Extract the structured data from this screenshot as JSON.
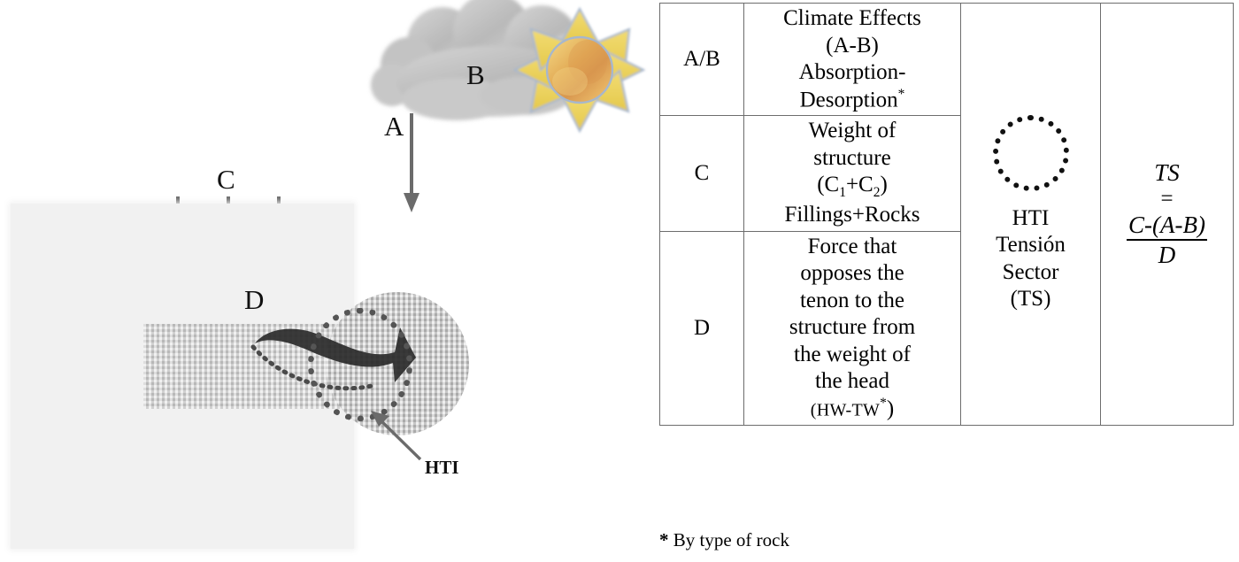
{
  "diagram": {
    "labels": {
      "a": "A",
      "b": "B",
      "c": "C",
      "d": "D",
      "hti": "HTI"
    },
    "icons": {
      "cloud": "cloud-icon",
      "sun": "sun-icon",
      "down_arrow_a": "down-arrow-icon",
      "down_arrows_c": "down-arrow-icon",
      "rotation_arrow_d": "curved-rotation-arrow-icon",
      "hti_zone": "dotted-ellipse-icon",
      "hti_pointer": "leader-arrow-icon"
    },
    "colors": {
      "arrow_gray": "#6b6b6b",
      "block_gray": "#f1f1f1",
      "rock_gray": "#cfcfcf",
      "sun_body": "#e0a24a",
      "sun_ray": "#edd157",
      "sun_stroke": "#a9b8cd",
      "cloud_gray": "#b4b4b4"
    }
  },
  "table": {
    "rows": [
      {
        "key": "A/B",
        "description_lines": [
          "Climate Effects",
          "(A-B)",
          "Absorption-",
          "Desorption"
        ],
        "description_superscript": "*"
      },
      {
        "key": "C",
        "description_lines": [
          "Weight of",
          "structure",
          "(C1+C2)",
          "Fillings+Rocks"
        ],
        "subscripts": [
          "1",
          "2"
        ]
      },
      {
        "key": "D",
        "description_lines": [
          "Force that",
          "opposes the",
          "tenon to the",
          "structure from",
          "the weight of",
          "the head"
        ],
        "description_last": "(HW-TW",
        "description_superscript": "*",
        "description_close": ")"
      }
    ],
    "middle_cell": {
      "icon": "dotted-circle-icon",
      "lines": [
        "HTI",
        "Tensión",
        "Sector",
        "(TS)"
      ]
    },
    "formula_cell": {
      "result": "TS",
      "equals": "=",
      "numerator": "C-(A-B)",
      "denominator": "D"
    },
    "border_color": "#6d6d6d"
  },
  "footnote": {
    "star": "*",
    "text": " By type of rock"
  }
}
